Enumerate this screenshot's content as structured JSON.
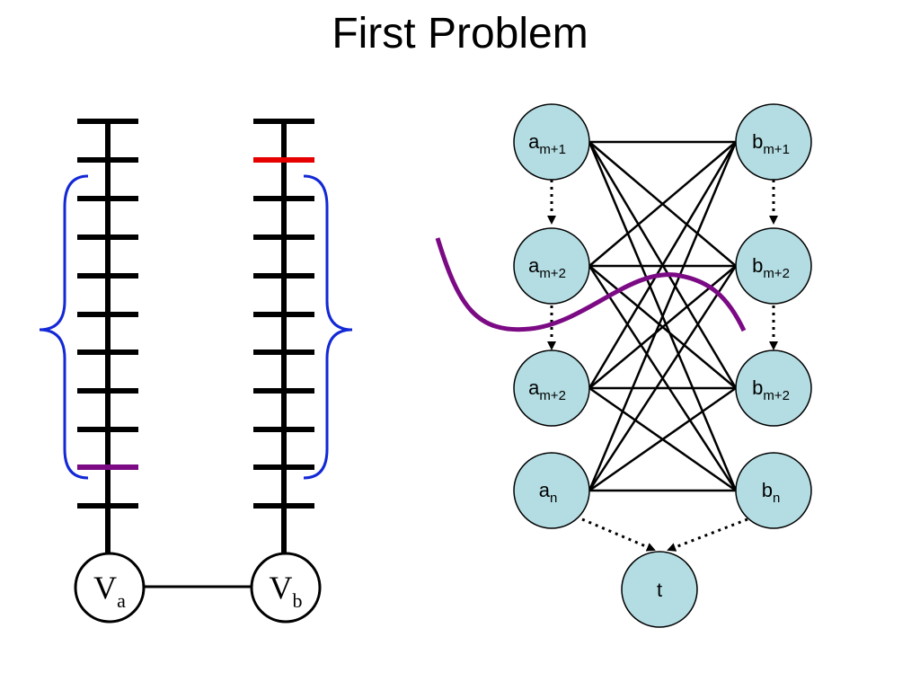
{
  "slide": {
    "title": "First Problem"
  },
  "colors": {
    "node_fill": "#b3dde3",
    "cut_curve": "#7b0a84",
    "brace": "#1328d6",
    "highlight_red": "#e60000",
    "highlight_purple": "#7b0a84"
  },
  "left_diagram": {
    "vertex_a": {
      "main": "V",
      "sub": "a"
    },
    "vertex_b": {
      "main": "V",
      "sub": "b"
    }
  },
  "graph": {
    "left_nodes": [
      {
        "main": "a",
        "sub": "m+1"
      },
      {
        "main": "a",
        "sub": "m+2"
      },
      {
        "main": "a",
        "sub": "m+2"
      },
      {
        "main": "a",
        "sub": "n"
      }
    ],
    "right_nodes": [
      {
        "main": "b",
        "sub": "m+1"
      },
      {
        "main": "b",
        "sub": "m+2"
      },
      {
        "main": "b",
        "sub": "m+2"
      },
      {
        "main": "b",
        "sub": "n"
      }
    ],
    "sink": {
      "main": "t"
    }
  }
}
